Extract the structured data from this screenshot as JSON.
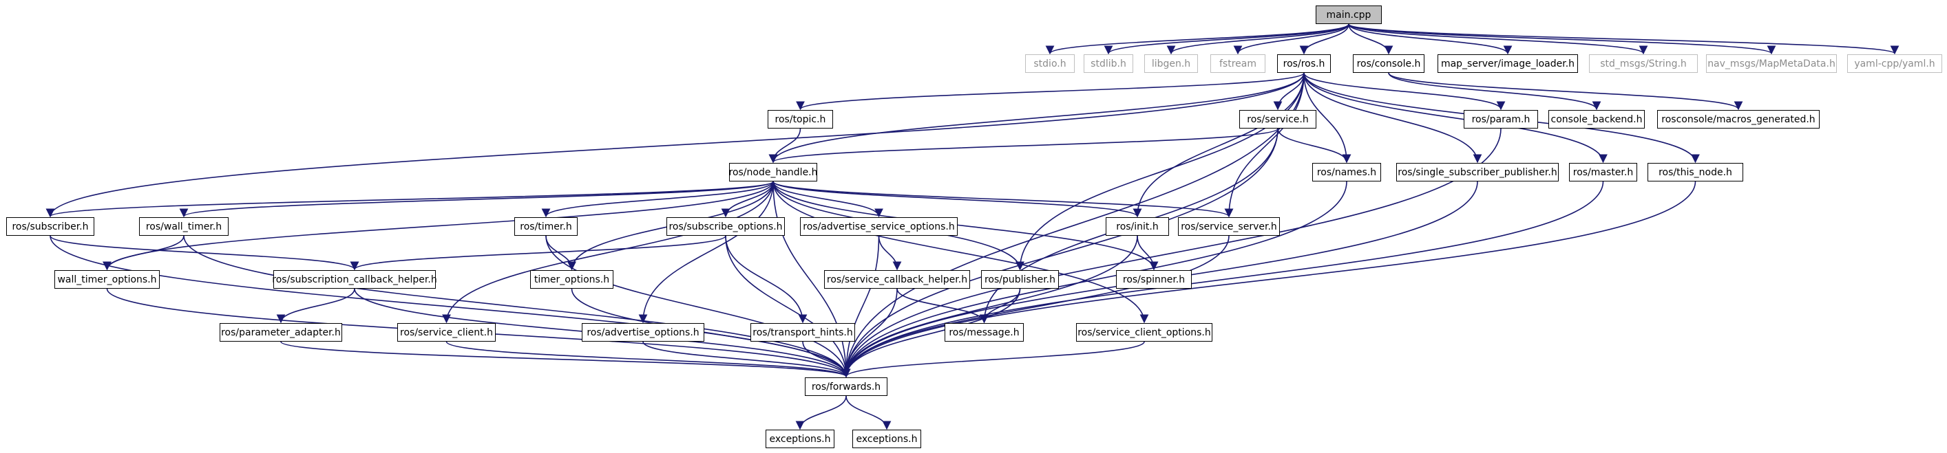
{
  "colors": {
    "edge": "#191970",
    "box": "#000000",
    "external": "#bfbfbf",
    "root_fill": "#bfbfbf"
  },
  "nodes": [
    {
      "id": "main",
      "label": "main.cpp",
      "style": "root"
    },
    {
      "id": "stdio",
      "label": "stdio.h",
      "style": "ext"
    },
    {
      "id": "stdlib",
      "label": "stdlib.h",
      "style": "ext"
    },
    {
      "id": "libgen",
      "label": "libgen.h",
      "style": "ext"
    },
    {
      "id": "fstream",
      "label": "fstream",
      "style": "ext"
    },
    {
      "id": "rosros",
      "label": "ros/ros.h",
      "style": "box"
    },
    {
      "id": "rosconsole",
      "label": "ros/console.h",
      "style": "box"
    },
    {
      "id": "imgloader",
      "label": "map_server/image_loader.h",
      "style": "box"
    },
    {
      "id": "stdstring",
      "label": "std_msgs/String.h",
      "style": "ext"
    },
    {
      "id": "navmeta",
      "label": "nav_msgs/MapMetaData.h",
      "style": "ext"
    },
    {
      "id": "yaml",
      "label": "yaml-cpp/yaml.h",
      "style": "ext"
    },
    {
      "id": "topic",
      "label": "ros/topic.h",
      "style": "box"
    },
    {
      "id": "service",
      "label": "ros/service.h",
      "style": "box"
    },
    {
      "id": "param",
      "label": "ros/param.h",
      "style": "box"
    },
    {
      "id": "consolebk",
      "label": "console_backend.h",
      "style": "box"
    },
    {
      "id": "macros",
      "label": "rosconsole/macros_generated.h",
      "style": "box"
    },
    {
      "id": "nodehandle",
      "label": "ros/node_handle.h",
      "style": "box"
    },
    {
      "id": "names",
      "label": "ros/names.h",
      "style": "box"
    },
    {
      "id": "singlesub",
      "label": "ros/single_subscriber_publisher.h",
      "style": "box"
    },
    {
      "id": "master",
      "label": "ros/master.h",
      "style": "box"
    },
    {
      "id": "thisnode",
      "label": "ros/this_node.h",
      "style": "box"
    },
    {
      "id": "subscriber",
      "label": "ros/subscriber.h",
      "style": "box"
    },
    {
      "id": "walltimer",
      "label": "ros/wall_timer.h",
      "style": "box"
    },
    {
      "id": "timer",
      "label": "ros/timer.h",
      "style": "box"
    },
    {
      "id": "subopts",
      "label": "ros/subscribe_options.h",
      "style": "box"
    },
    {
      "id": "advsrvopts",
      "label": "ros/advertise_service_options.h",
      "style": "box"
    },
    {
      "id": "init",
      "label": "ros/init.h",
      "style": "box"
    },
    {
      "id": "srvserver",
      "label": "ros/service_server.h",
      "style": "box"
    },
    {
      "id": "walltimeropts",
      "label": "wall_timer_options.h",
      "style": "box"
    },
    {
      "id": "subcbhelper",
      "label": "ros/subscription_callback_helper.h",
      "style": "box"
    },
    {
      "id": "timeropts",
      "label": "timer_options.h",
      "style": "box"
    },
    {
      "id": "srvcbhelper",
      "label": "ros/service_callback_helper.h",
      "style": "box"
    },
    {
      "id": "publisher",
      "label": "ros/publisher.h",
      "style": "box"
    },
    {
      "id": "spinner",
      "label": "ros/spinner.h",
      "style": "box"
    },
    {
      "id": "paramadapter",
      "label": "ros/parameter_adapter.h",
      "style": "box"
    },
    {
      "id": "srvclient",
      "label": "ros/service_client.h",
      "style": "box"
    },
    {
      "id": "advopts",
      "label": "ros/advertise_options.h",
      "style": "box"
    },
    {
      "id": "transporthints",
      "label": "ros/transport_hints.h",
      "style": "box"
    },
    {
      "id": "message",
      "label": "ros/message.h",
      "style": "box"
    },
    {
      "id": "srvclientopts",
      "label": "ros/service_client_options.h",
      "style": "box"
    },
    {
      "id": "forwards",
      "label": "ros/forwards.h",
      "style": "box"
    },
    {
      "id": "exc1",
      "label": "exceptions.h",
      "style": "box"
    },
    {
      "id": "exc2",
      "label": "exceptions.h",
      "style": "box"
    }
  ],
  "edges": [
    [
      "main",
      "stdio"
    ],
    [
      "main",
      "stdlib"
    ],
    [
      "main",
      "libgen"
    ],
    [
      "main",
      "fstream"
    ],
    [
      "main",
      "rosros"
    ],
    [
      "main",
      "rosconsole"
    ],
    [
      "main",
      "imgloader"
    ],
    [
      "main",
      "stdstring"
    ],
    [
      "main",
      "navmeta"
    ],
    [
      "main",
      "yaml"
    ],
    [
      "rosros",
      "topic"
    ],
    [
      "rosros",
      "nodehandle"
    ],
    [
      "rosros",
      "service"
    ],
    [
      "rosros",
      "param"
    ],
    [
      "rosros",
      "names"
    ],
    [
      "rosros",
      "singlesub"
    ],
    [
      "rosros",
      "master"
    ],
    [
      "rosros",
      "thisnode"
    ],
    [
      "rosros",
      "subscriber"
    ],
    [
      "rosros",
      "publisher"
    ],
    [
      "rosros",
      "init"
    ],
    [
      "rosros",
      "srvserver"
    ],
    [
      "rosros",
      "forwards"
    ],
    [
      "rosconsole",
      "consolebk"
    ],
    [
      "rosconsole",
      "macros"
    ],
    [
      "topic",
      "nodehandle"
    ],
    [
      "service",
      "nodehandle"
    ],
    [
      "service",
      "names"
    ],
    [
      "service",
      "message"
    ],
    [
      "service",
      "forwards"
    ],
    [
      "nodehandle",
      "subscriber"
    ],
    [
      "nodehandle",
      "walltimer"
    ],
    [
      "nodehandle",
      "walltimeropts"
    ],
    [
      "nodehandle",
      "timer"
    ],
    [
      "nodehandle",
      "timeropts"
    ],
    [
      "nodehandle",
      "subopts"
    ],
    [
      "nodehandle",
      "advsrvopts"
    ],
    [
      "nodehandle",
      "publisher"
    ],
    [
      "nodehandle",
      "init"
    ],
    [
      "nodehandle",
      "spinner"
    ],
    [
      "nodehandle",
      "srvserver"
    ],
    [
      "nodehandle",
      "srvclient"
    ],
    [
      "nodehandle",
      "advopts"
    ],
    [
      "nodehandle",
      "srvclientopts"
    ],
    [
      "nodehandle",
      "forwards"
    ],
    [
      "subscriber",
      "subcbhelper"
    ],
    [
      "subscriber",
      "forwards"
    ],
    [
      "walltimer",
      "walltimeropts"
    ],
    [
      "walltimer",
      "forwards"
    ],
    [
      "timer",
      "timeropts"
    ],
    [
      "timer",
      "forwards"
    ],
    [
      "subopts",
      "subcbhelper"
    ],
    [
      "subopts",
      "transporthints"
    ],
    [
      "subopts",
      "forwards"
    ],
    [
      "advsrvopts",
      "srvcbhelper"
    ],
    [
      "advsrvopts",
      "forwards"
    ],
    [
      "init",
      "spinner"
    ],
    [
      "init",
      "forwards"
    ],
    [
      "srvserver",
      "forwards"
    ],
    [
      "walltimeropts",
      "forwards"
    ],
    [
      "subcbhelper",
      "paramadapter"
    ],
    [
      "subcbhelper",
      "forwards"
    ],
    [
      "timeropts",
      "forwards"
    ],
    [
      "srvcbhelper",
      "message"
    ],
    [
      "srvcbhelper",
      "forwards"
    ],
    [
      "publisher",
      "message"
    ],
    [
      "publisher",
      "forwards"
    ],
    [
      "paramadapter",
      "forwards"
    ],
    [
      "srvclient",
      "forwards"
    ],
    [
      "advopts",
      "forwards"
    ],
    [
      "transporthints",
      "forwards"
    ],
    [
      "srvclientopts",
      "forwards"
    ],
    [
      "names",
      "forwards"
    ],
    [
      "singlesub",
      "forwards"
    ],
    [
      "master",
      "forwards"
    ],
    [
      "thisnode",
      "forwards"
    ],
    [
      "param",
      "forwards"
    ],
    [
      "forwards",
      "exc1"
    ],
    [
      "forwards",
      "exc2"
    ]
  ]
}
